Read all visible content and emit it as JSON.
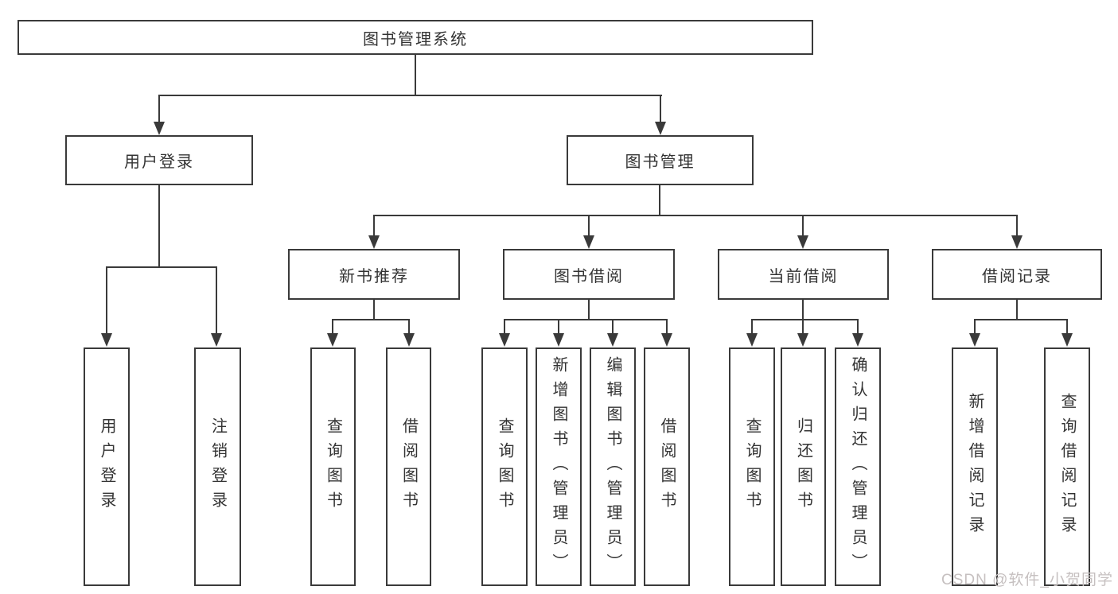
{
  "diagram": {
    "title": "图书管理系统",
    "watermark": "CSDN @软件_小贺同学",
    "colors": {
      "line": "#3a3a3a",
      "text": "#333333",
      "watermark": "#c6c0c0",
      "background": "#ffffff"
    },
    "nodes": {
      "root": "图书管理系统",
      "user_login": "用户登录",
      "book_mgmt": "图书管理",
      "ul_login": "用户登录",
      "ul_logout": "注销登录",
      "new_book_rec": "新书推荐",
      "book_borrow": "图书借阅",
      "current_borrow": "当前借阅",
      "borrow_record": "借阅记录",
      "nbr_query_book": "查询图书",
      "nbr_borrow_book": "借阅图书",
      "bb_query_book": "查询图书",
      "bb_add_book_admin": "新增图书（管理员）",
      "bb_edit_book_admin": "编辑图书（管理员）",
      "bb_borrow_book": "借阅图书",
      "cb_query_book": "查询图书",
      "cb_return_book": "归还图书",
      "cb_confirm_return_admin": "确认归还（管理员）",
      "br_add_record": "新增借阅记录",
      "br_query_record": "查询借阅记录"
    },
    "structure_note": "Functional structure tree: root -> (user login, book management); book management -> (new book recommend, book borrowing, current borrowing, borrow records)"
  }
}
